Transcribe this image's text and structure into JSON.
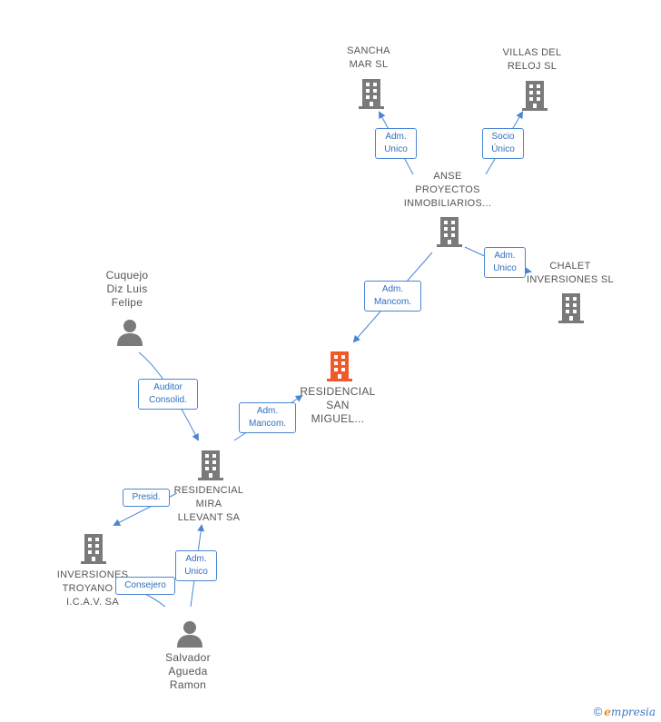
{
  "colors": {
    "edge": "#4a86d4",
    "company": "#7a7a7a",
    "focus": "#f05a28",
    "person": "#7a7a7a"
  },
  "nodes": [
    {
      "id": "sancha",
      "label": "SANCHA\nMAR SL",
      "kind": "company-icon"
    },
    {
      "id": "villas",
      "label": "VILLAS DEL\nRELOJ SL",
      "kind": "company-icon"
    },
    {
      "id": "anse",
      "label": "ANSE\nPROYECTOS\nINMOBILIARIOS...",
      "kind": "company-icon"
    },
    {
      "id": "chalet",
      "label": "CHALET\nINVERSIONES SL",
      "kind": "company-icon"
    },
    {
      "id": "cuquejo",
      "label": "Cuquejo\nDiz Luis\nFelipe",
      "kind": "person-icon"
    },
    {
      "id": "residencial_san",
      "label": "RESIDENCIAL\nSAN\nMIGUEL...",
      "kind": "company-icon-focus"
    },
    {
      "id": "residencial_mira",
      "label": "RESIDENCIAL\nMIRA\nLLEVANT SA",
      "kind": "company-icon"
    },
    {
      "id": "inversiones",
      "label": "INVERSIONES\nTROYANO S\nI.C.A.V. SA",
      "kind": "company-icon"
    },
    {
      "id": "salvador",
      "label": "Salvador\nAgueda\nRamon",
      "kind": "person-icon"
    }
  ],
  "edge_labels": [
    {
      "id": "e1",
      "label": "Adm.\nUnico"
    },
    {
      "id": "e2",
      "label": "Socio\nÚnico"
    },
    {
      "id": "e3",
      "label": "Adm.\nUnico"
    },
    {
      "id": "e4",
      "label": "Adm.\nMancom."
    },
    {
      "id": "e5",
      "label": "Auditor\nConsolid."
    },
    {
      "id": "e6",
      "label": "Adm.\nMancom."
    },
    {
      "id": "e7",
      "label": "Presid."
    },
    {
      "id": "e8",
      "label": "Adm.\nUnico"
    },
    {
      "id": "e9",
      "label": "Consejero"
    }
  ],
  "footer": {
    "copyright_symbol": "©",
    "brand_initial": "e",
    "brand_rest": "mpresia"
  }
}
